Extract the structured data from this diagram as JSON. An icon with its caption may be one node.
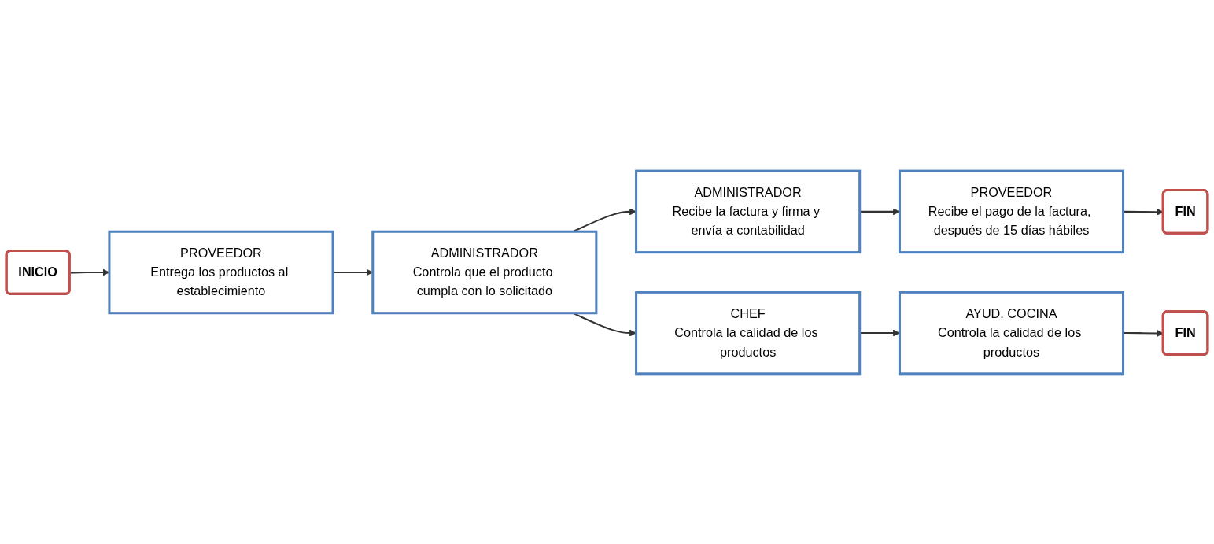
{
  "diagram": {
    "nodes": [
      {
        "text": [
          "INICIO"
        ]
      },
      {
        "text": [
          "PROVEEDOR",
          "Entrega los productos al establecimiento"
        ]
      },
      {
        "text": [
          "ADMINISTRADOR",
          "Controla que el producto cumpla con lo solicitado"
        ]
      },
      {
        "text": [
          "ADMINISTRADOR",
          "Recibe la factura y firma y envía a contabilidad"
        ]
      },
      {
        "text": [
          "AYUD. COCINA",
          "Controla la calidad de los productos"
        ]
      },
      {
        "text": [
          "CHEF",
          "Controla la calidad de los productos"
        ]
      },
      {
        "text": [
          "PROVEEDOR",
          "Recibe el pago de la factura, después de 15 días hábiles"
        ]
      },
      {
        "text": [
          "FIN"
        ]
      },
      {
        "text": [
          "FIN"
        ]
      }
    ],
    "edges": [
      {
        "from": 0,
        "to": 1,
        "arrow": "to"
      },
      {
        "from": 1,
        "to": 2,
        "arrow": "to"
      },
      {
        "from": 2,
        "to": 3,
        "arrow": "to"
      },
      {
        "from": 2,
        "to": 5,
        "arrow": "to"
      },
      {
        "from": 3,
        "to": 6,
        "arrow": "to"
      },
      {
        "from": 5,
        "to": 4,
        "arrow": "to"
      },
      {
        "from": 4,
        "to": 7,
        "arrow": "to"
      },
      {
        "from": 6,
        "to": 8,
        "arrow": "to"
      }
    ]
  }
}
